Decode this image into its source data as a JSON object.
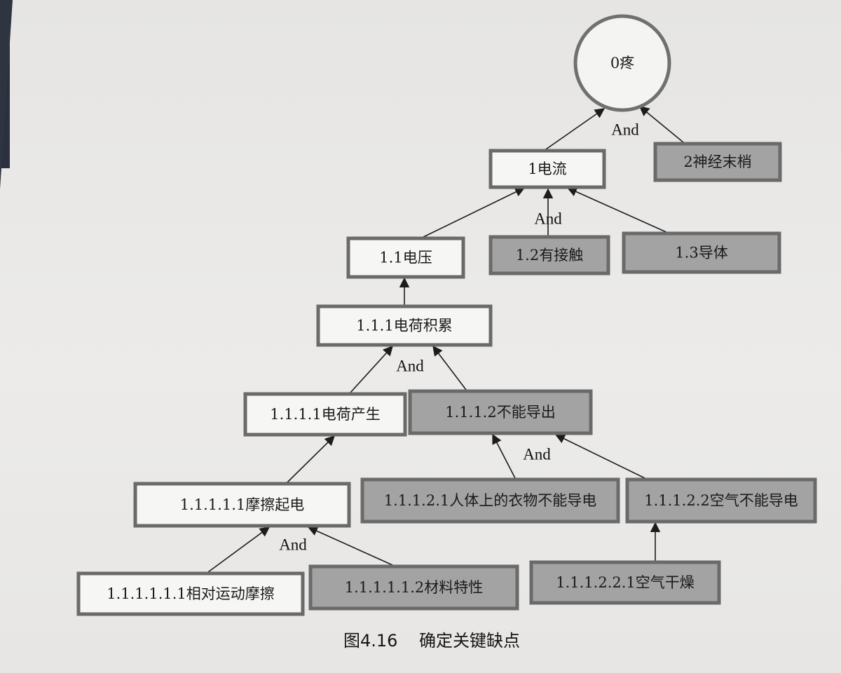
{
  "diagram": {
    "nodes": [
      {
        "id": "n0",
        "label": "0疼",
        "shape": "circle",
        "fill": "white"
      },
      {
        "id": "n1",
        "label": "1电流",
        "fill": "white"
      },
      {
        "id": "n2",
        "label": "2神经末梢",
        "fill": "gray"
      },
      {
        "id": "n11",
        "label": "1.1电压",
        "fill": "white"
      },
      {
        "id": "n12",
        "label": "1.2有接触",
        "fill": "gray"
      },
      {
        "id": "n13",
        "label": "1.3导体",
        "fill": "gray"
      },
      {
        "id": "n111",
        "label": "1.1.1电荷积累",
        "fill": "white"
      },
      {
        "id": "n1111",
        "label": "1.1.1.1电荷产生",
        "fill": "white"
      },
      {
        "id": "n1112",
        "label": "1.1.1.2不能导出",
        "fill": "gray"
      },
      {
        "id": "n11111",
        "label": "1.1.1.1.1摩擦起电",
        "fill": "white"
      },
      {
        "id": "n11121",
        "label": "1.1.1.2.1人体上的衣物不能导电",
        "fill": "gray"
      },
      {
        "id": "n11122",
        "label": "1.1.1.2.2空气不能导电",
        "fill": "gray"
      },
      {
        "id": "n111111",
        "label": "1.1.1.1.1.1相对运动摩擦",
        "fill": "white"
      },
      {
        "id": "n111112",
        "label": "1.1.1.1.1.2材料特性",
        "fill": "gray"
      },
      {
        "id": "n111221",
        "label": "1.1.1.2.2.1空气干燥",
        "fill": "gray"
      }
    ],
    "edges": [
      {
        "from": "n1",
        "to": "n0"
      },
      {
        "from": "n2",
        "to": "n0"
      },
      {
        "from": "n11",
        "to": "n1"
      },
      {
        "from": "n12",
        "to": "n1"
      },
      {
        "from": "n13",
        "to": "n1"
      },
      {
        "from": "n111",
        "to": "n11"
      },
      {
        "from": "n1111",
        "to": "n111"
      },
      {
        "from": "n1112",
        "to": "n111"
      },
      {
        "from": "n11111",
        "to": "n1111"
      },
      {
        "from": "n11121",
        "to": "n1112"
      },
      {
        "from": "n11122",
        "to": "n1112"
      },
      {
        "from": "n111111",
        "to": "n11111"
      },
      {
        "from": "n111112",
        "to": "n11111"
      },
      {
        "from": "n111221",
        "to": "n11122"
      }
    ],
    "gates": [
      {
        "id": "g0",
        "label": "And"
      },
      {
        "id": "g1",
        "label": "And"
      },
      {
        "id": "g111",
        "label": "And"
      },
      {
        "id": "g1112",
        "label": "And"
      },
      {
        "id": "g11111",
        "label": "And"
      }
    ]
  },
  "caption": {
    "figure_number": "图4.16",
    "title": "确定关键缺点"
  }
}
